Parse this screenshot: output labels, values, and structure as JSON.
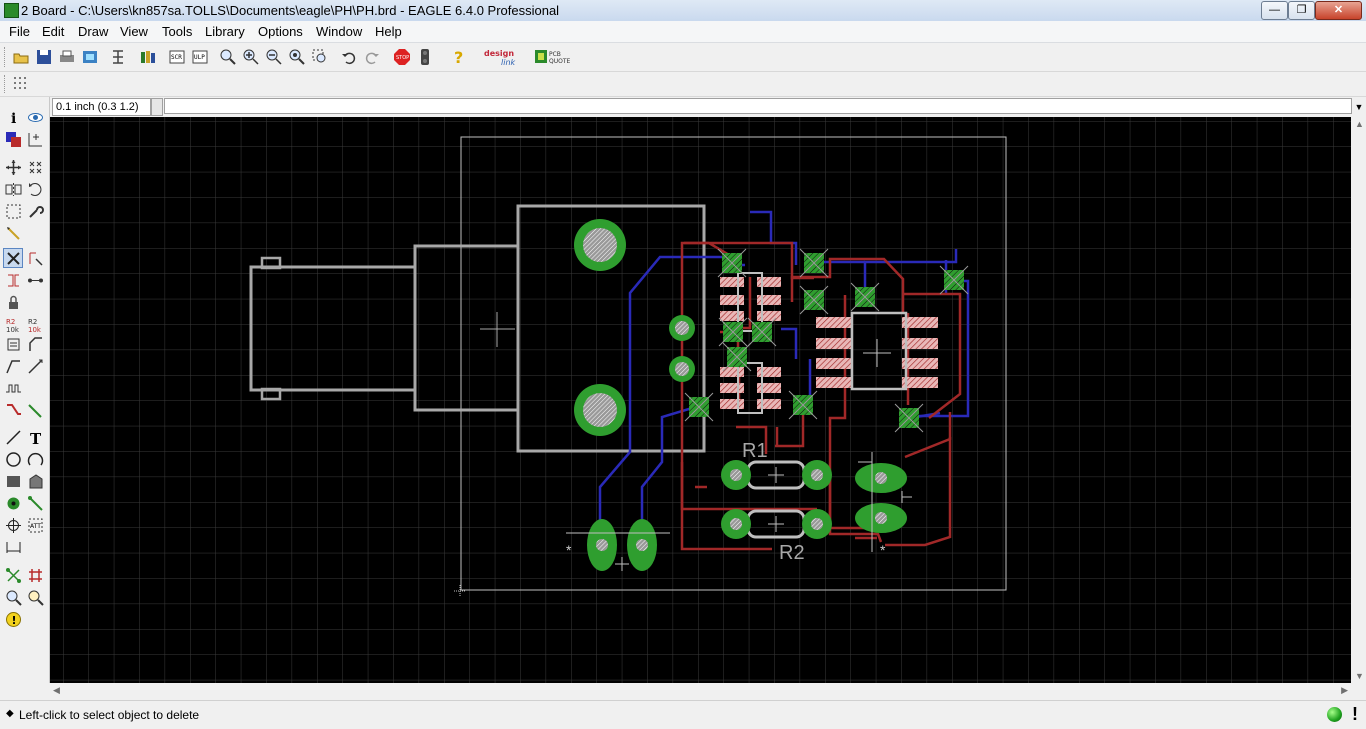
{
  "window": {
    "title": "2 Board - C:\\Users\\kn857sa.TOLLS\\Documents\\eagle\\PH\\PH.brd - EAGLE 6.4.0 Professional",
    "min_glyph": "—",
    "max_glyph": "❐",
    "close_glyph": "✕"
  },
  "menu": [
    "File",
    "Edit",
    "Draw",
    "View",
    "Tools",
    "Library",
    "Options",
    "Window",
    "Help"
  ],
  "toolbar": {
    "icons": [
      "open-icon",
      "save-icon",
      "print-icon",
      "cam-processor-icon",
      "switch-to-schematic-icon",
      "library-icon",
      "script-icon",
      "ulp-icon",
      "zoom-fit-icon",
      "zoom-in-icon",
      "zoom-out-icon",
      "zoom-redraw-icon",
      "zoom-select-icon",
      "undo-icon",
      "redo-icon",
      "stop-icon",
      "go-icon",
      "help-icon"
    ],
    "design_link": "design link",
    "pcb_quote": "PCB QUOTE"
  },
  "command": {
    "coord_label": "0.1 inch (0.3 1.2)",
    "input_value": "",
    "dropdown_glyph": "▼"
  },
  "board": {
    "labels": {
      "r1": "R1",
      "r2": "R2",
      "star_left": "*",
      "star_right": "*"
    },
    "colors": {
      "background": "#000000",
      "grid": "#3a3a3a",
      "outline": "#bfbfbf",
      "bottom_trace": "#2a2ab8",
      "top_trace": "#a12828",
      "pad": "#2f9e2f",
      "smd": "#e9b8b8"
    }
  },
  "status": {
    "message": "Left-click to select object to delete",
    "indicator": "green",
    "excl": "!"
  }
}
